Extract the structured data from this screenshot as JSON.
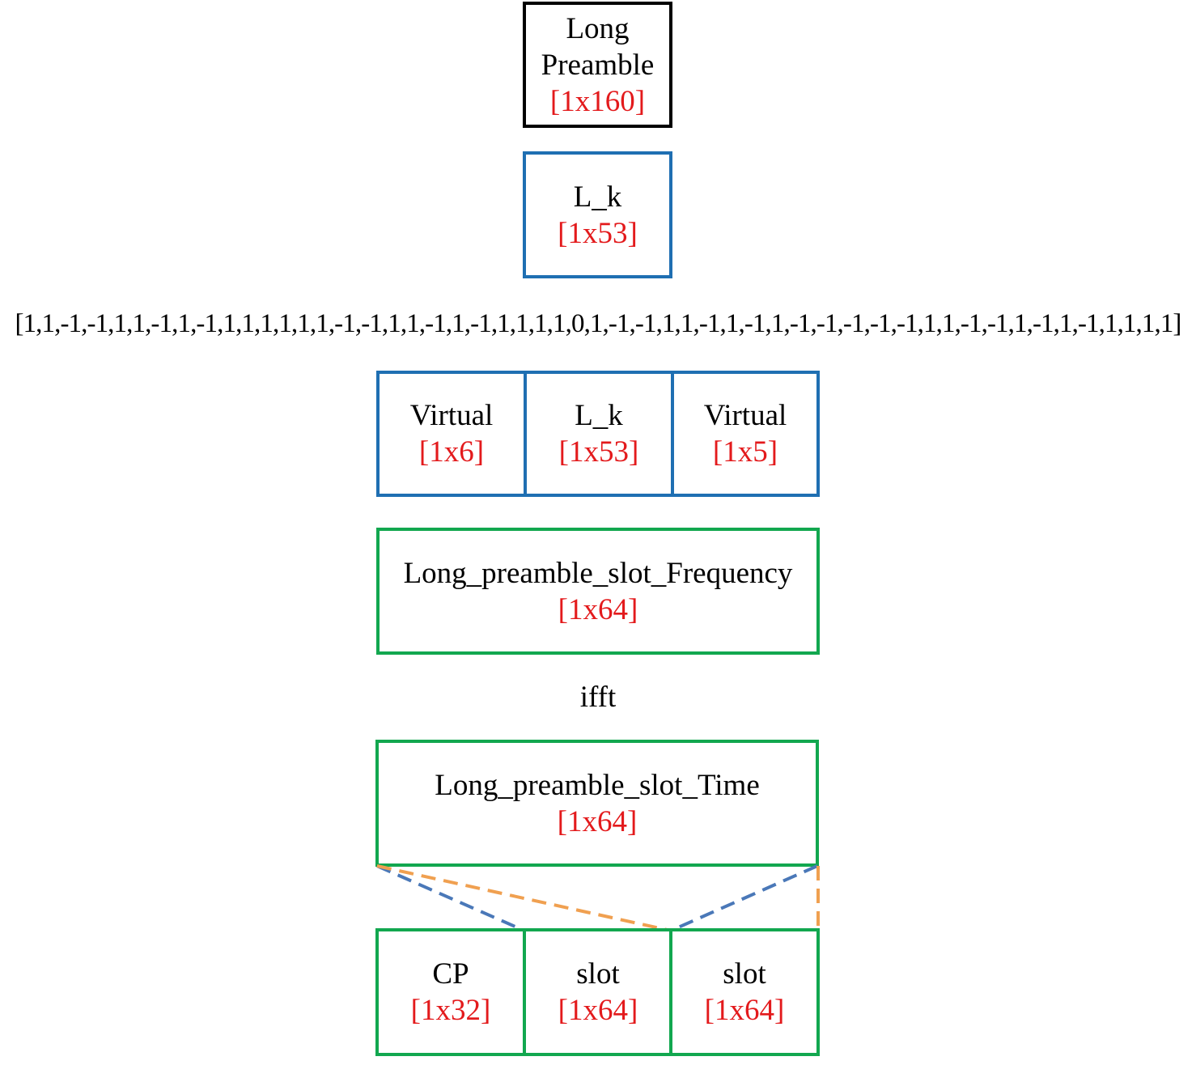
{
  "colors": {
    "black_border": "#000000",
    "blue_border": "#1f6fb2",
    "green_border": "#12a74f",
    "dimension_text": "#e31a1c",
    "dashed_blue": "#4a78b8",
    "dashed_orange": "#f0a050"
  },
  "long_preamble": {
    "line1": "Long",
    "line2": "Preamble",
    "dim": "[1x160]"
  },
  "l_k": {
    "label": "L_k",
    "dim": "[1x53]"
  },
  "sequence": "[1,1,-1,-1,1,1,-1,1,-1,1,1,1,1,1,1,-1,-1,1,1,-1,1,-1,1,1,1,1,0,1,-1,-1,1,1,-1,1,-1,1,-1,-1,-1,-1,-1,1,1,-1,-1,1,-1,1,-1,1,1,1,1]",
  "mapping": {
    "virtual_left": {
      "label": "Virtual",
      "dim": "[1x6]"
    },
    "l_k": {
      "label": "L_k",
      "dim": "[1x53]"
    },
    "virtual_right": {
      "label": "Virtual",
      "dim": "[1x5]"
    }
  },
  "freq_slot": {
    "label": "Long_preamble_slot_Frequency",
    "dim": "[1x64]"
  },
  "ifft": "ifft",
  "time_slot": {
    "label": "Long_preamble_slot_Time",
    "dim": "[1x64]"
  },
  "output": {
    "cp": {
      "label": "CP",
      "dim": "[1x32]"
    },
    "slot1": {
      "label": "slot",
      "dim": "[1x64]"
    },
    "slot2": {
      "label": "slot",
      "dim": "[1x64]"
    }
  }
}
